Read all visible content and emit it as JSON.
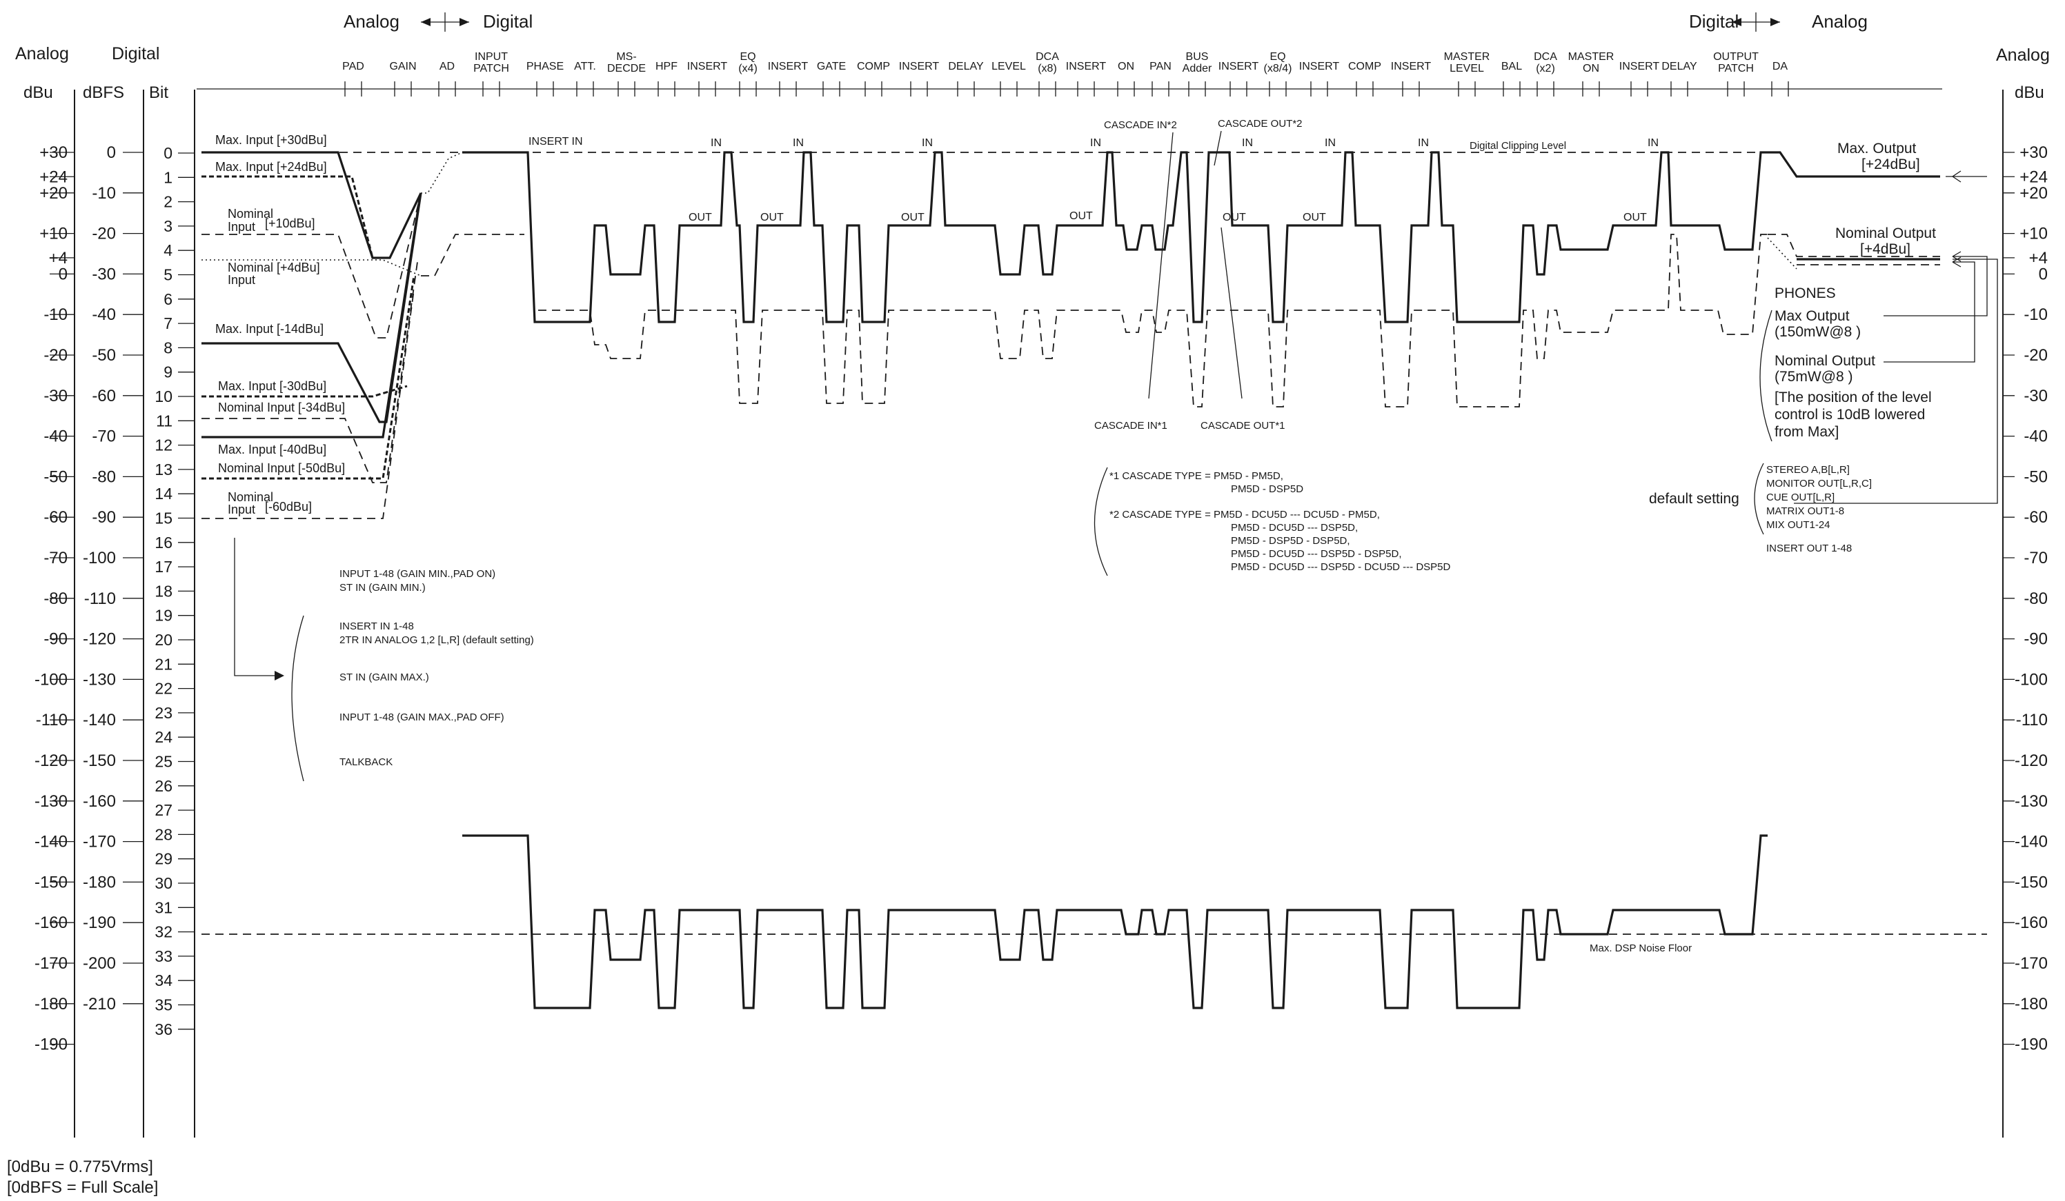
{
  "header": {
    "analog_digital_left": [
      "Analog",
      "Digital"
    ],
    "analog_digital_right": [
      "Digital",
      "Analog"
    ],
    "col_analog": "Analog",
    "col_digital": "Digital",
    "col_analog_right": "Analog",
    "unit_dbu": "dBu",
    "unit_dbfs": "dBFS",
    "unit_bit": "Bit",
    "unit_dbu_right": "dBu"
  },
  "blocks": [
    "PAD",
    "GAIN",
    "AD",
    "INPUT|PATCH",
    "PHASE",
    "ATT.",
    "MS-|DECDE",
    "HPF",
    "INSERT",
    "EQ|(x4)",
    "INSERT",
    "GATE",
    "COMP",
    "INSERT",
    "DELAY",
    "LEVEL",
    "DCA|(x8)",
    "INSERT",
    "ON",
    "PAN",
    "BUS|Adder",
    "INSERT",
    "EQ|(x8/4)",
    "INSERT",
    "COMP",
    "INSERT",
    "MASTER|LEVEL",
    "BAL",
    "DCA|(x2)",
    "MASTER|ON",
    "INSERT",
    "DELAY",
    "OUTPUT|PATCH",
    "DA"
  ],
  "dbu_left_ticks": [
    "+30",
    "+24",
    "+20",
    "+10",
    "+4",
    "0",
    "-10",
    "-20",
    "-30",
    "-40",
    "-50",
    "-60",
    "-70",
    "-80",
    "-90",
    "-100",
    "-110",
    "-120",
    "-130",
    "-140",
    "-150",
    "-160",
    "-170",
    "-180",
    "-190"
  ],
  "dbfs_ticks": [
    "0",
    "-10",
    "-20",
    "-30",
    "-40",
    "-50",
    "-60",
    "-70",
    "-80",
    "-90",
    "-100",
    "-110",
    "-120",
    "-130",
    "-140",
    "-150",
    "-160",
    "-170",
    "-180",
    "-190",
    "-200",
    "-210"
  ],
  "bit_ticks": [
    "0",
    "1",
    "2",
    "3",
    "4",
    "5",
    "6",
    "7",
    "8",
    "9",
    "10",
    "11",
    "12",
    "13",
    "14",
    "15",
    "16",
    "17",
    "18",
    "19",
    "20",
    "21",
    "22",
    "23",
    "24",
    "25",
    "26",
    "27",
    "28",
    "29",
    "30",
    "31",
    "32",
    "33",
    "34",
    "35",
    "36"
  ],
  "dbu_right_ticks": [
    "+30",
    "+24",
    "+20",
    "+10",
    "+4",
    "0",
    "-10",
    "-20",
    "-30",
    "-40",
    "-50",
    "-60",
    "-70",
    "-80",
    "-90",
    "-100",
    "-110",
    "-120",
    "-130",
    "-140",
    "-150",
    "-160",
    "-170",
    "-180",
    "-190"
  ],
  "input_labels": {
    "max_30": "Max. Input  [+30dBu]",
    "max_24": "Max. Input  [+24dBu]",
    "nominal": "Nominal",
    "input": "Input",
    "nom_10": "[+10dBu]",
    "nom_4": "Nominal  [+4dBu]",
    "max_m14": "Max. Input  [-14dBu]",
    "max_m30": "Max. Input  [-30dBu]",
    "nom_m34": "Nominal Input  [-34dBu]",
    "max_m40": "Max. Input  [-40dBu]",
    "nom_m50": "Nominal Input  [-50dBu]",
    "nom_m60": "[-60dBu]"
  },
  "insert_labels": {
    "insert_in": "INSERT IN",
    "in": "IN",
    "out": "OUT",
    "digital_clipping": "Digital Clipping Level",
    "cascade_in2": "CASCADE IN*2",
    "cascade_out2": "CASCADE OUT*2",
    "cascade_in1": "CASCADE IN*1",
    "cascade_out1": "CASCADE OUT*1",
    "noise_floor": "Max. DSP Noise  Floor"
  },
  "input_sources": [
    "INPUT 1-48 (GAIN MIN.,PAD ON)",
    "ST IN (GAIN MIN.)",
    "INSERT IN 1-48",
    "2TR IN ANALOG 1,2 [L,R]   (default setting)",
    "ST IN (GAIN MAX.)",
    "INPUT 1-48 (GAIN MAX.,PAD OFF)",
    "TALKBACK"
  ],
  "cascade_notes": [
    "*1   CASCADE TYPE = PM5D - PM5D,",
    "PM5D - DSP5D",
    "*2   CASCADE TYPE = PM5D - DCU5D --- DCU5D - PM5D,",
    "PM5D - DCU5D --- DSP5D,",
    "PM5D - DSP5D - DSP5D,",
    "PM5D - DCU5D --- DSP5D - DSP5D,",
    "PM5D - DCU5D --- DSP5D - DCU5D --- DSP5D"
  ],
  "output_labels": {
    "max_output": "Max. Output",
    "max_output_val": "[+24dBu]",
    "nominal_output": "Nominal Output",
    "nominal_output_val": "[+4dBu]",
    "phones": "PHONES",
    "phones_max": "Max Output",
    "phones_max_val": "(150mW@8     )",
    "phones_nom": "Nominal Output",
    "phones_nom_val": "(75mW@8     )",
    "phones_note": [
      "[The position of the level",
      "control is 10dB lowered",
      "from Max]"
    ],
    "default_setting": "default setting",
    "default_list": [
      "STEREO A,B[L,R]",
      "MONITOR OUT[L,R,C]",
      "CUE OUT[L,R]",
      "MATRIX OUT1-8",
      "MIX OUT1-24"
    ],
    "insert_out": "INSERT OUT 1-48"
  },
  "footnotes": [
    "[0dBu   = 0.775Vrms]",
    "[0dBFS = Full Scale]"
  ]
}
